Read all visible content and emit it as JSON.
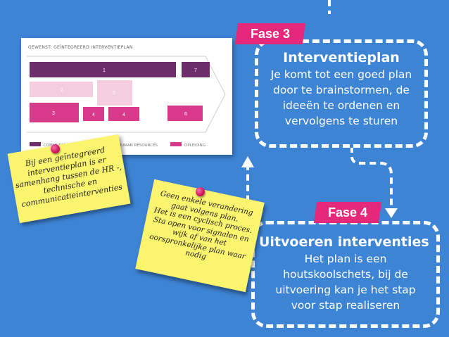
{
  "chart": {
    "title": "GEWENST: GEÏNTEGREERD INTERVENTIEPLAN",
    "blocks": [
      {
        "label": "1",
        "kind": "communicatie"
      },
      {
        "label": "7",
        "kind": "communicatie"
      },
      {
        "label": "2",
        "kind": "hr"
      },
      {
        "label": "5",
        "kind": "hr"
      },
      {
        "label": "3",
        "kind": "opleiding"
      },
      {
        "label": "4",
        "kind": "opleiding"
      },
      {
        "label": "4",
        "kind": "opleiding"
      },
      {
        "label": "6",
        "kind": "opleiding"
      }
    ],
    "legend": [
      {
        "label": "COMMUNICATIE",
        "color": "#6b2e6a"
      },
      {
        "label": "HUMAN RESOURCES",
        "color": "#f4cde0"
      },
      {
        "label": "OPLEIDING",
        "color": "#d8398a"
      }
    ]
  },
  "phase3": {
    "ribbon": "Fase 3",
    "title": "Interventieplan",
    "description": "Je komt tot een goed plan door te brainstormen, de ideeën te ordenen en vervolgens te sturen"
  },
  "phase4": {
    "ribbon": "Fase 4",
    "title": "Uitvoeren interventies",
    "description": "Het plan is een houtskoolschets, bij de uitvoering kan je het stap voor stap realiseren"
  },
  "note1": {
    "lines": [
      "Bij een geïntegreerd",
      "interventieplan is er",
      "samenhang tussen de HR -,",
      "technische en",
      "communicatieinterventies"
    ]
  },
  "note2": {
    "lines": [
      "Geen enkele verandering",
      "gaat volgens plan.",
      "Het is een cyclisch proces.",
      "Sta open voor signalen en",
      "wijk af van het",
      "oorspronkelijke plan waar",
      "nodig"
    ]
  },
  "colors": {
    "background": "#3e84d5",
    "accent": "#e4287a",
    "note": "#fbf46f"
  }
}
